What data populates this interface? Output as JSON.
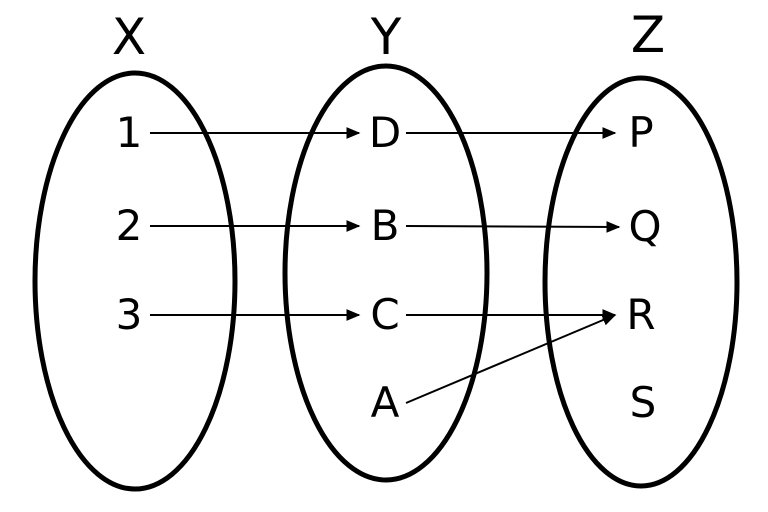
{
  "diagram": {
    "sets": [
      {
        "name": "X",
        "elements": [
          "1",
          "2",
          "3"
        ]
      },
      {
        "name": "Y",
        "elements": [
          "D",
          "B",
          "C",
          "A"
        ]
      },
      {
        "name": "Z",
        "elements": [
          "P",
          "Q",
          "R",
          "S"
        ]
      }
    ],
    "mappings": [
      {
        "from": "1",
        "to": "D"
      },
      {
        "from": "2",
        "to": "B"
      },
      {
        "from": "3",
        "to": "C"
      },
      {
        "from": "D",
        "to": "P"
      },
      {
        "from": "B",
        "to": "Q"
      },
      {
        "from": "C",
        "to": "R"
      },
      {
        "from": "A",
        "to": "R"
      }
    ],
    "colors": {
      "ink": "#000000",
      "background": "#ffffff"
    }
  }
}
